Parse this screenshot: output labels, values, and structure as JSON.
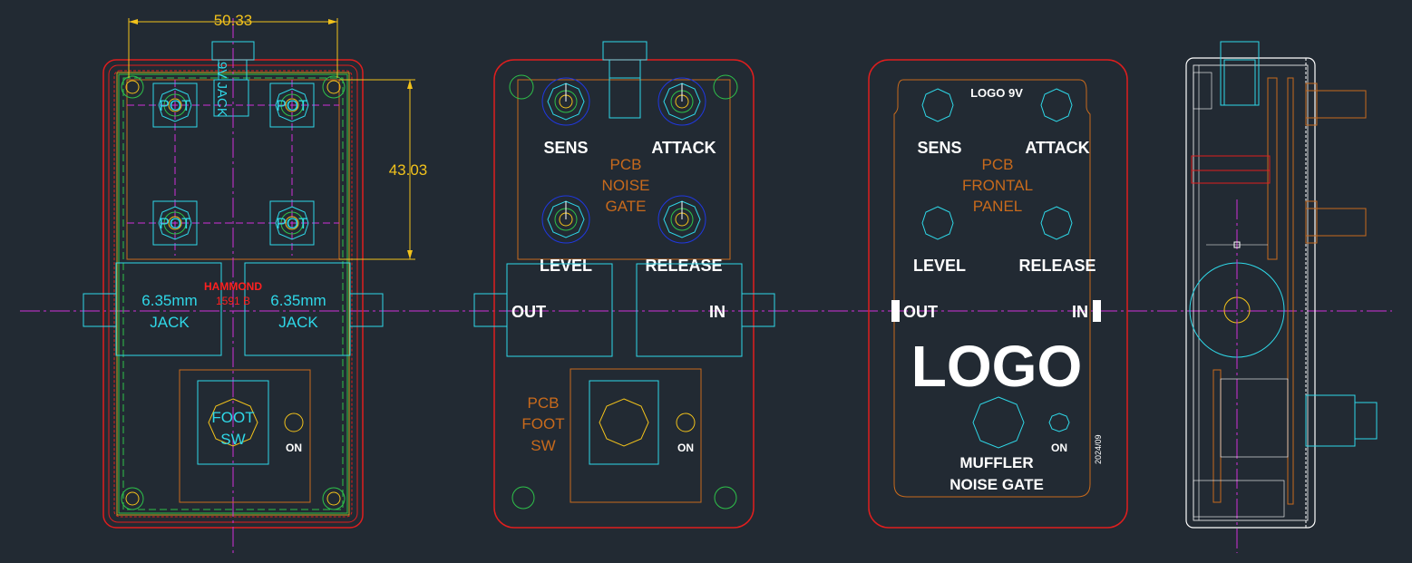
{
  "colors": {
    "background": "#222a33",
    "cyan": "#2fd8e8",
    "red": "#e01e1e",
    "bright_red": "#ff2020",
    "orange": "#c86a1c",
    "yellow": "#f2c21b",
    "green": "#2ec24a",
    "magenta": "#d030d8",
    "blue": "#2038e0",
    "white": "#ffffff"
  },
  "view1": {
    "dim_width": "50.33",
    "dim_height": "43.03",
    "jack_9v": "9V JACK",
    "pot": "POT",
    "hammond_line1": "HAMMOND",
    "hammond_line2": "1591 B",
    "jack_size": "6.35mm",
    "jack": "JACK",
    "foot_line1": "FOOT",
    "foot_line2": "SW",
    "on": "ON"
  },
  "view2": {
    "sens": "SENS",
    "attack": "ATTACK",
    "pcb_line1": "PCB",
    "pcb_line2": "NOISE",
    "pcb_line3": "GATE",
    "level": "LEVEL",
    "release": "RELEASE",
    "out": "OUT",
    "in": "IN",
    "foot_line1": "PCB",
    "foot_line2": "FOOT",
    "foot_line3": "SW",
    "on": "ON"
  },
  "view3": {
    "logo_9v": "LOGO 9V",
    "sens": "SENS",
    "attack": "ATTACK",
    "pcb_line1": "PCB",
    "pcb_line2": "FRONTAL",
    "pcb_line3": "PANEL",
    "level": "LEVEL",
    "release": "RELEASE",
    "out": "OUT",
    "in": "IN",
    "logo": "LOGO",
    "name_line1": "MUFFLER",
    "name_line2": "NOISE GATE",
    "on": "ON",
    "date": "2024/09"
  }
}
